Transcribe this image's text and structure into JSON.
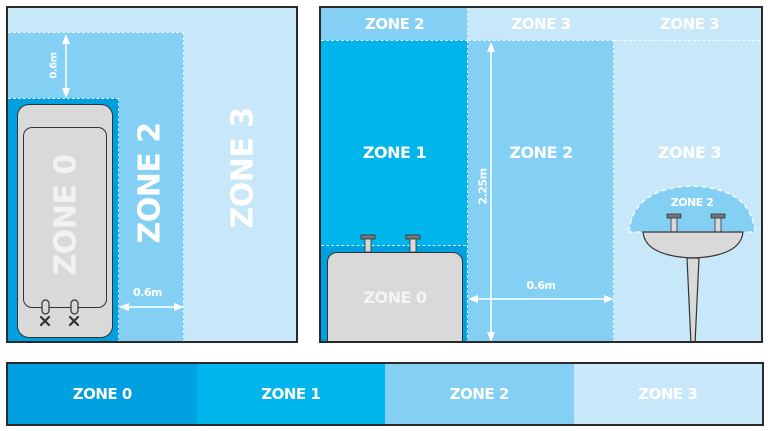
{
  "colors": {
    "zone0": "#009fe0",
    "zone1": "#00b4ec",
    "zone2": "#84d0f5",
    "zone3": "#c8e7f9",
    "fixture": "#d9d9d9",
    "outline": "#2a2a2a"
  },
  "plan_view": {
    "zone3_label": "ZONE 3",
    "zone2_label": "ZONE 2",
    "zone0_label": "ZONE 0",
    "dim_top": "0.6m",
    "dim_side": "0.6m"
  },
  "elevation_view": {
    "top_band": [
      "ZONE 2",
      "ZONE 3",
      "ZONE 3"
    ],
    "zone1_label": "ZONE 1",
    "zone2_label": "ZONE 2",
    "zone3_label": "ZONE 3",
    "zone0_label": "ZONE 0",
    "basin_zone_label": "ZONE 2",
    "dim_height": "2.25m",
    "dim_width": "0.6m"
  },
  "legend": [
    {
      "label": "ZONE 0",
      "color": "#009fe0"
    },
    {
      "label": "ZONE 1",
      "color": "#00b4ec"
    },
    {
      "label": "ZONE 2",
      "color": "#84d0f5"
    },
    {
      "label": "ZONE 3",
      "color": "#c8e7f9"
    }
  ]
}
